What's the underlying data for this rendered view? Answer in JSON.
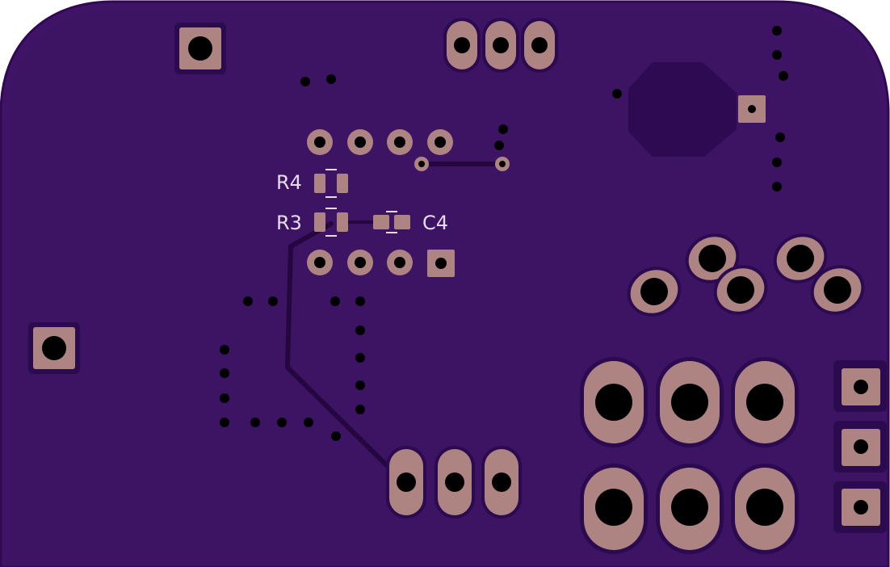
{
  "board": {
    "labels": {
      "r4": "R4",
      "r3": "R3",
      "c4": "C4"
    }
  },
  "colors": {
    "substrate": "#3f1466",
    "substrate_edge": "#2f0a52",
    "copper_pour": "#38105e",
    "pad_copper": "#ad8481",
    "drill": "#000000",
    "silkscreen": "#e8dcea",
    "trace": "#25073f"
  }
}
